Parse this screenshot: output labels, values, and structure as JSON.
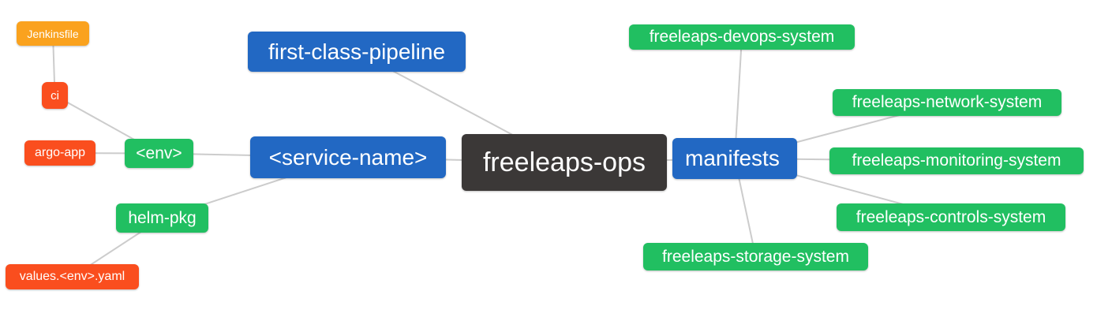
{
  "diagram": {
    "type": "mindmap",
    "root_label": "freeleaps-ops",
    "edge_color": "#cccccc",
    "colors": {
      "blue": "#2268c3",
      "green": "#21bf61",
      "red": "#fa4e1e",
      "orange": "#faa21e",
      "dark": "#3b3837",
      "text": "#ffffff"
    }
  },
  "nodes": [
    {
      "id": "jenkinsfile",
      "label": "Jenkinsfile",
      "color": "orange"
    },
    {
      "id": "ci",
      "label": "ci",
      "color": "red"
    },
    {
      "id": "argo-app",
      "label": "argo-app",
      "color": "red"
    },
    {
      "id": "env",
      "label": "<env>",
      "color": "green"
    },
    {
      "id": "helm-pkg",
      "label": "helm-pkg",
      "color": "green"
    },
    {
      "id": "values-env-yaml",
      "label": "values.<env>.yaml",
      "color": "red"
    },
    {
      "id": "first-class-pipeline",
      "label": "first-class-pipeline",
      "color": "blue"
    },
    {
      "id": "service-name",
      "label": "<service-name>",
      "color": "blue"
    },
    {
      "id": "freeleaps-ops",
      "label": "freeleaps-ops",
      "color": "dark"
    },
    {
      "id": "manifests",
      "label": "manifests",
      "color": "blue"
    },
    {
      "id": "freeleaps-devops-system",
      "label": "freeleaps-devops-system",
      "color": "green"
    },
    {
      "id": "freeleaps-network-system",
      "label": "freeleaps-network-system",
      "color": "green"
    },
    {
      "id": "freeleaps-monitoring-system",
      "label": "freeleaps-monitoring-system",
      "color": "green"
    },
    {
      "id": "freeleaps-controls-system",
      "label": "freeleaps-controls-system",
      "color": "green"
    },
    {
      "id": "freeleaps-storage-system",
      "label": "freeleaps-storage-system",
      "color": "green"
    }
  ],
  "edges": [
    [
      "jenkinsfile",
      "ci"
    ],
    [
      "ci",
      "env"
    ],
    [
      "argo-app",
      "env"
    ],
    [
      "env",
      "service-name"
    ],
    [
      "helm-pkg",
      "service-name"
    ],
    [
      "values-env-yaml",
      "helm-pkg"
    ],
    [
      "first-class-pipeline",
      "freeleaps-ops"
    ],
    [
      "service-name",
      "freeleaps-ops"
    ],
    [
      "freeleaps-ops",
      "manifests"
    ],
    [
      "manifests",
      "freeleaps-devops-system"
    ],
    [
      "manifests",
      "freeleaps-network-system"
    ],
    [
      "manifests",
      "freeleaps-monitoring-system"
    ],
    [
      "manifests",
      "freeleaps-controls-system"
    ],
    [
      "manifests",
      "freeleaps-storage-system"
    ]
  ]
}
